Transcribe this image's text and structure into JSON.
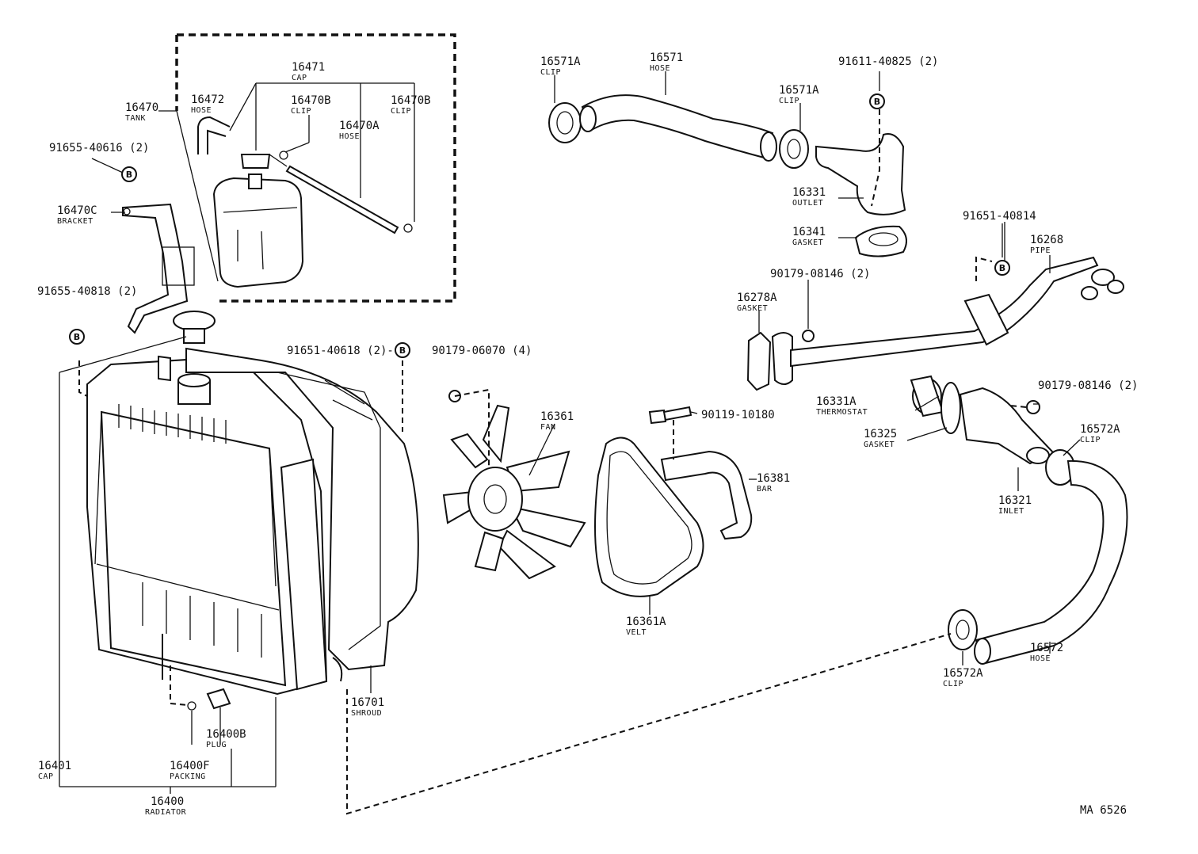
{
  "callouts": {
    "p16401": {
      "num": "16401",
      "name": "CAP"
    },
    "p16400F": {
      "num": "16400F",
      "name": "PACKING"
    },
    "p16400B": {
      "num": "16400B",
      "name": "PLUG"
    },
    "p16400": {
      "num": "16400",
      "name": "RADIATOR"
    },
    "p16701": {
      "num": "16701",
      "name": "SHROUD"
    },
    "p16470": {
      "num": "16470",
      "name": "TANK"
    },
    "p16470C": {
      "num": "16470C",
      "name": "BRACKET"
    },
    "p16471": {
      "num": "16471",
      "name": "CAP"
    },
    "p16472": {
      "num": "16472",
      "name": "HOSE"
    },
    "p16470B_a": {
      "num": "16470B",
      "name": "CLIP"
    },
    "p16470B_b": {
      "num": "16470B",
      "name": "CLIP"
    },
    "p16470A": {
      "num": "16470A",
      "name": "HOSE"
    },
    "p16571A_a": {
      "num": "16571A",
      "name": "CLIP"
    },
    "p16571": {
      "num": "16571",
      "name": "HOSE"
    },
    "p16571A_b": {
      "num": "16571A",
      "name": "CLIP"
    },
    "p16331": {
      "num": "16331",
      "name": "OUTLET"
    },
    "p16341": {
      "num": "16341",
      "name": "GASKET"
    },
    "p16268": {
      "num": "16268",
      "name": "PIPE"
    },
    "p16278A": {
      "num": "16278A",
      "name": "GASKET"
    },
    "p16361": {
      "num": "16361",
      "name": "FAN"
    },
    "p16381": {
      "num": "16381",
      "name": "BAR"
    },
    "p16361A": {
      "num": "16361A",
      "name": "VELT"
    },
    "p16331A": {
      "num": "16331A",
      "name": "THERMOSTAT"
    },
    "p16325": {
      "num": "16325",
      "name": "GASKET"
    },
    "p16321": {
      "num": "16321",
      "name": "INLET"
    },
    "p16572A_a": {
      "num": "16572A",
      "name": "CLIP"
    },
    "p16572": {
      "num": "16572",
      "name": "HOSE"
    },
    "p16572A_b": {
      "num": "16572A",
      "name": "CLIP"
    }
  },
  "fasteners": {
    "f91655_40616": "91655-40616 (2)",
    "f91655_40818": "91655-40818 (2)",
    "f91651_40618": "91651-40618 (2)-",
    "f90179_06070": "90179-06070 (4)",
    "f91611_40825": "91611-40825 (2)",
    "f91651_40814": "91651-40814",
    "f90179_08146_a": "90179-08146 (2)",
    "f90119_10180": "90119-10180",
    "f90179_08146_b": "90179-08146 (2)"
  },
  "marker_letter": "B",
  "diagram_code": "MA 6526"
}
